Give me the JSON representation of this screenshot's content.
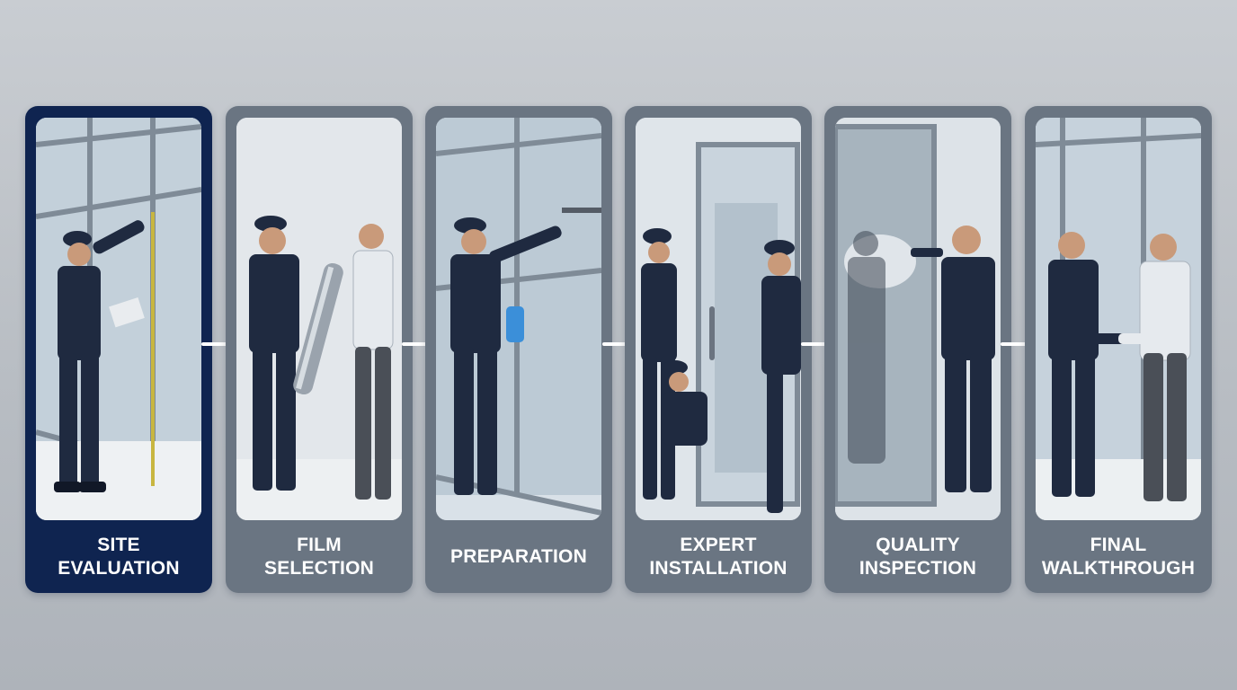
{
  "diagram": {
    "steps": [
      {
        "id": "site-evaluation",
        "line1": "SITE",
        "line2": "EVALUATION",
        "active": true
      },
      {
        "id": "film-selection",
        "line1": "FILM",
        "line2": "SELECTION",
        "active": false
      },
      {
        "id": "preparation",
        "line1": "PREPARATION",
        "line2": "",
        "active": false
      },
      {
        "id": "expert-installation",
        "line1": "EXPERT",
        "line2": "INSTALLATION",
        "active": false
      },
      {
        "id": "quality-inspection",
        "line1": "QUALITY",
        "line2": "INSPECTION",
        "active": false
      },
      {
        "id": "final-walkthrough",
        "line1": "FINAL",
        "line2": "WALKTHROUGH",
        "active": false
      }
    ],
    "arrow_count": 5,
    "colors": {
      "active_card": "#0f2450",
      "inactive_card": "#6a7582",
      "arrow": "#ffffff",
      "uniform": "#1f2a40",
      "glass": "#b9c8d4",
      "frame": "#7f8b97"
    },
    "icons": [
      "right-arrow-icon"
    ]
  }
}
